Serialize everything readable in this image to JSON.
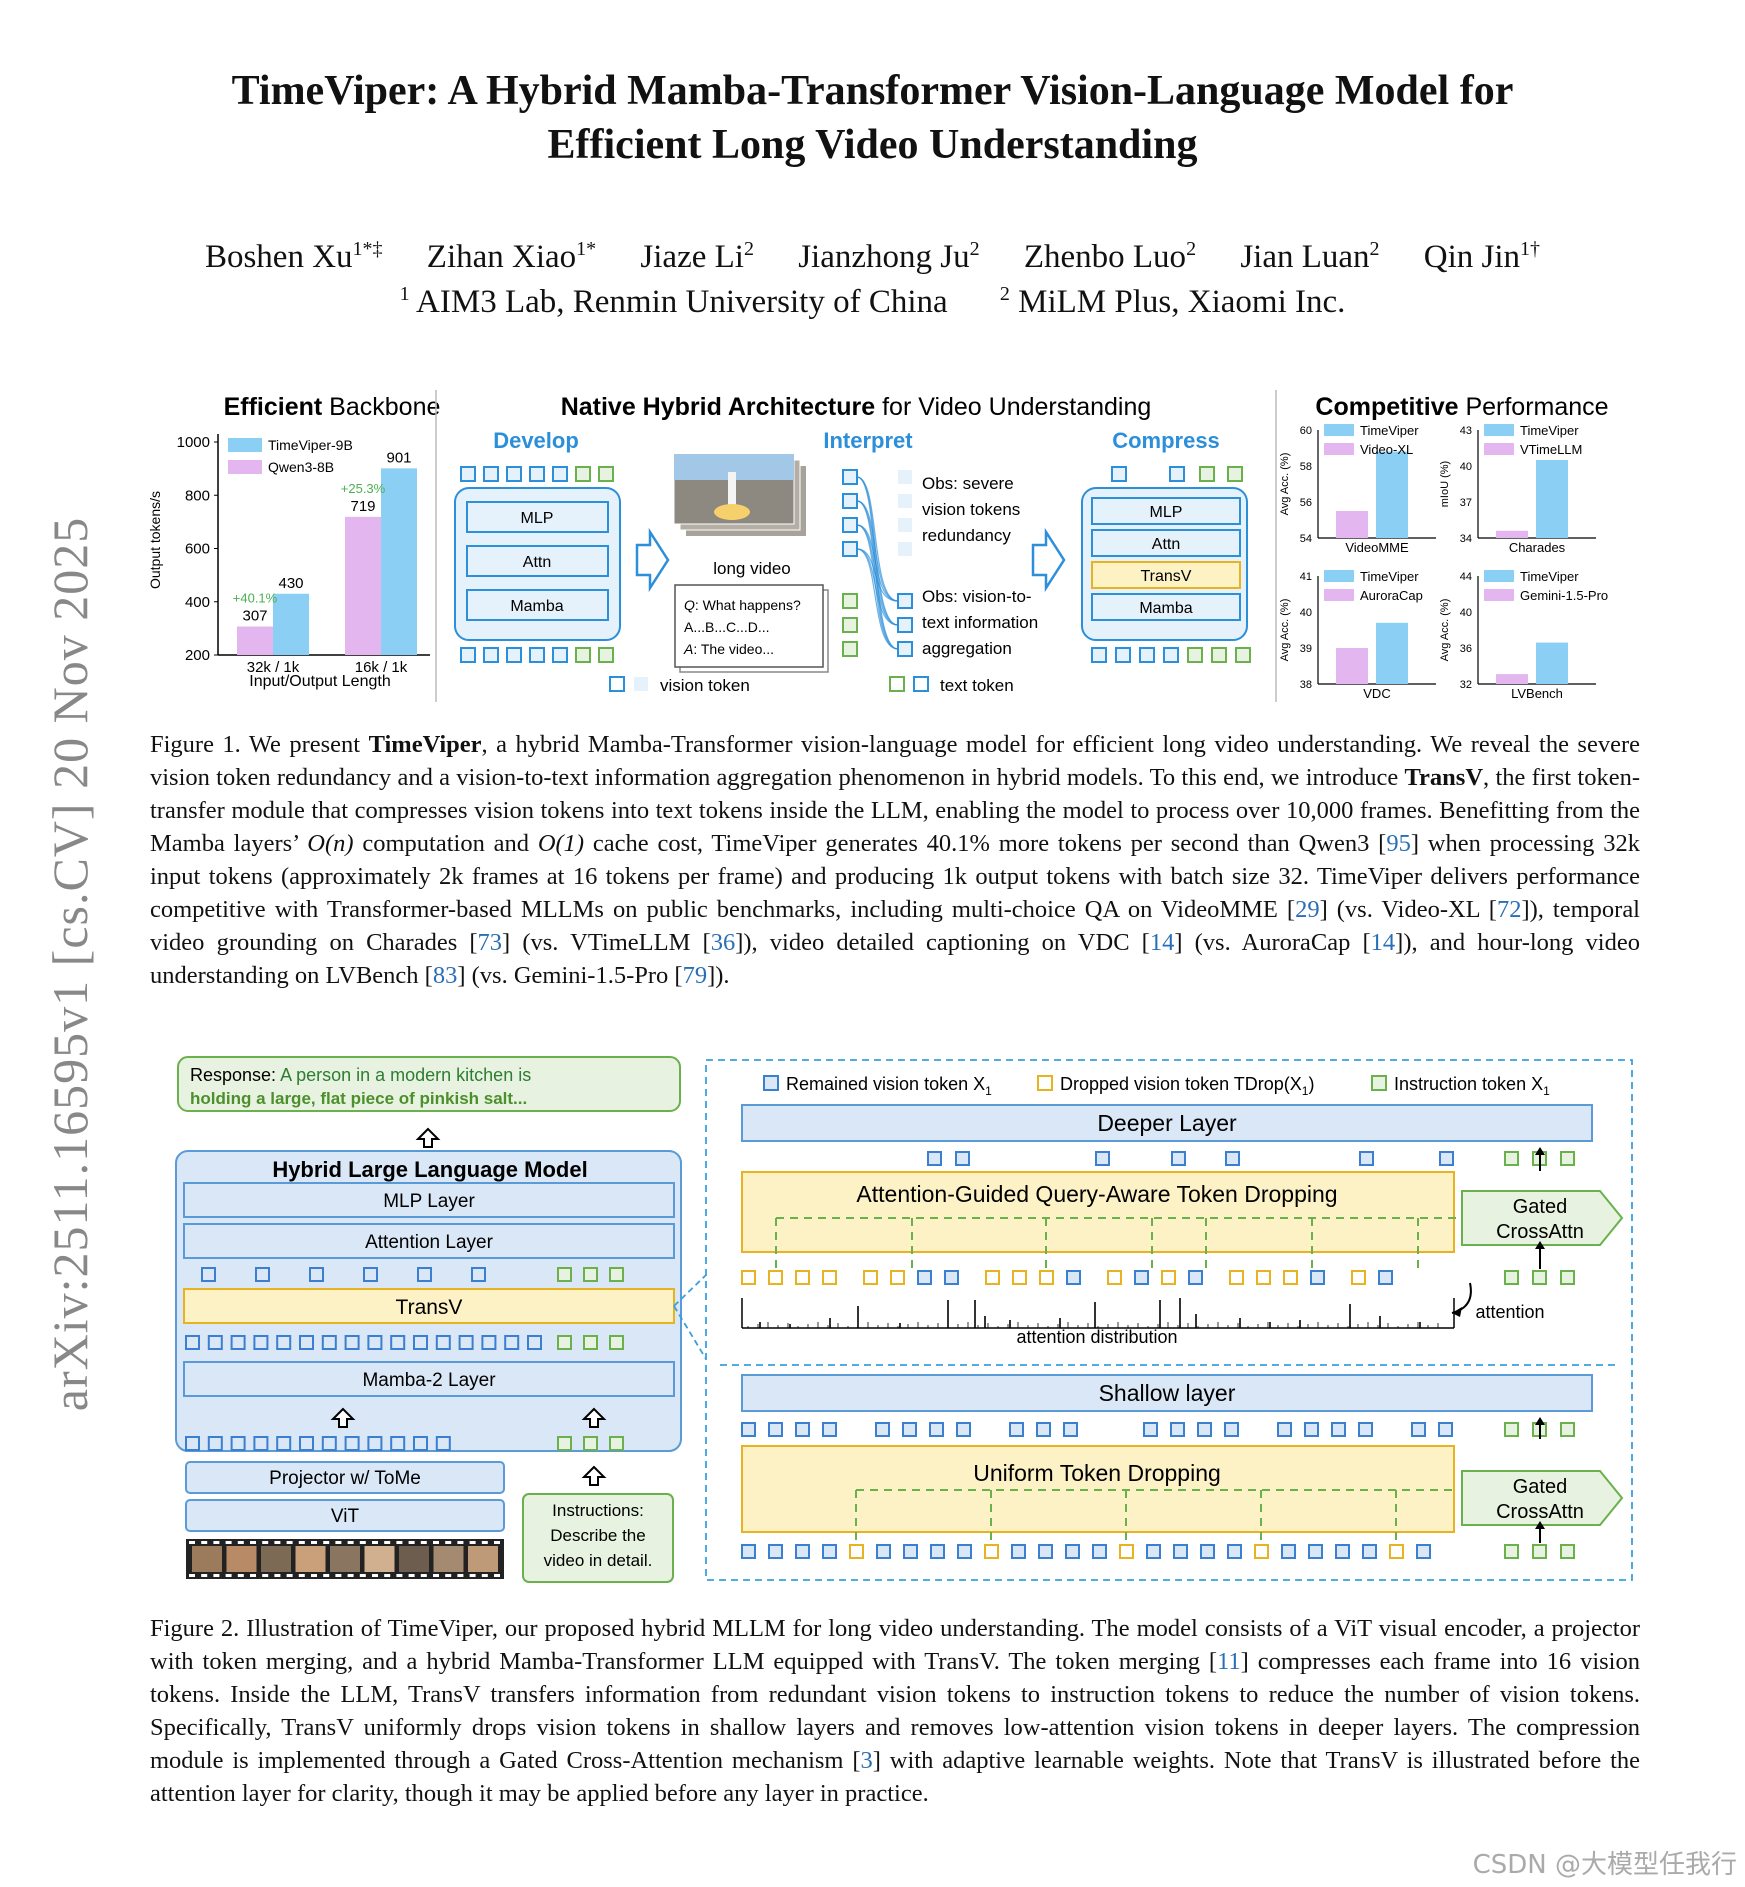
{
  "paper": {
    "title_line1": "TimeViper: A Hybrid Mamba-Transformer Vision-Language Model for",
    "title_line2": "Efficient Long Video Understanding",
    "authors": [
      {
        "name": "Boshen Xu",
        "sup": "1*‡"
      },
      {
        "name": "Zihan Xiao",
        "sup": "1*"
      },
      {
        "name": "Jiaze Li",
        "sup": "2"
      },
      {
        "name": "Jianzhong Ju",
        "sup": "2"
      },
      {
        "name": "Zhenbo Luo",
        "sup": "2"
      },
      {
        "name": "Jian Luan",
        "sup": "2"
      },
      {
        "name": "Qin Jin",
        "sup": "1†"
      }
    ],
    "affiliations": [
      {
        "sup": "1",
        "name": "AIM3 Lab, Renmin University of China"
      },
      {
        "sup": "2",
        "name": "MiLM Plus, Xiaomi Inc."
      }
    ],
    "arxiv_id": "arXiv:2511.16595v1 [cs.CV] 20 Nov 2025",
    "watermark": "CSDN @大模型任我行"
  },
  "figure1": {
    "panel1": {
      "bold": "Efficient",
      "rest": " Backbone"
    },
    "panel2": {
      "bold": "Native Hybrid Architecture",
      "rest": " for Video Understanding"
    },
    "panel3": {
      "bold": "Competitive",
      "rest": " Performance"
    },
    "stages": {
      "develop": "Develop",
      "interpret": "Interpret",
      "compress": "Compress"
    },
    "blocks": {
      "mlp": "MLP",
      "attn": "Attn",
      "mamba": "Mamba",
      "transv": "TransV"
    },
    "video_label": "long video",
    "qa": {
      "q_prefix": "Q",
      "q_text": ": What happens?",
      "opts": "A...B...C...D...",
      "a_prefix": "A",
      "a_text": ": The video..."
    },
    "obs1": [
      "Obs: severe",
      "vision tokens",
      "redundancy"
    ],
    "obs2": [
      "Obs: vision-to-",
      "text information",
      "aggregation"
    ],
    "legend_vision": "vision token",
    "legend_text": "text token"
  },
  "chart_data": [
    {
      "type": "bar",
      "title": "",
      "categories": [
        "32k / 1k",
        "16k / 1k"
      ],
      "series": [
        {
          "name": "TimeViper-9B",
          "values": [
            430,
            901
          ]
        },
        {
          "name": "Qwen3-8B",
          "values": [
            307,
            719
          ]
        }
      ],
      "annotations": [
        "+40.1%",
        "+25.3%"
      ],
      "xlabel": "Input/Output Length",
      "ylabel": "Output tokens/s",
      "ylim": [
        200,
        1000
      ],
      "yticks": [
        "200",
        "400",
        "600",
        "800",
        "1000"
      ],
      "colors": {
        "TimeViper-9B": "#8ccff5",
        "Qwen3-8B": "#e3b6ef"
      },
      "legend": "top-left"
    },
    {
      "type": "bar",
      "categories": [
        "VideoMME"
      ],
      "series": [
        {
          "name": "Video-XL",
          "values": [
            55.5
          ]
        },
        {
          "name": "TimeViper",
          "values": [
            58.8
          ]
        }
      ],
      "ylabel": "Avg Acc. (%)",
      "ylim": [
        54,
        60
      ],
      "yticks": [
        "54",
        "56",
        "58",
        "60"
      ]
    },
    {
      "type": "bar",
      "categories": [
        "Charades"
      ],
      "series": [
        {
          "name": "VTimeLLM",
          "values": [
            34.6
          ]
        },
        {
          "name": "TimeViper",
          "values": [
            40.5
          ]
        }
      ],
      "ylabel": "mIoU (%)",
      "ylim": [
        34,
        43
      ],
      "yticks": [
        "34",
        "37",
        "40",
        "43"
      ]
    },
    {
      "type": "bar",
      "categories": [
        "VDC"
      ],
      "series": [
        {
          "name": "AuroraCap",
          "values": [
            39.0
          ]
        },
        {
          "name": "TimeViper",
          "values": [
            39.7
          ]
        }
      ],
      "ylabel": "Avg Acc. (%)",
      "ylim": [
        38,
        41
      ],
      "yticks": [
        "38",
        "39",
        "40",
        "41"
      ]
    },
    {
      "type": "bar",
      "categories": [
        "LVBench"
      ],
      "series": [
        {
          "name": "Gemini-1.5-Pro",
          "values": [
            33.1
          ]
        },
        {
          "name": "TimeViper",
          "values": [
            36.6
          ]
        }
      ],
      "ylabel": "Avg Acc. (%)",
      "ylim": [
        32,
        44
      ],
      "yticks": [
        "32",
        "36",
        "40",
        "44"
      ]
    }
  ],
  "caption1": {
    "prefix": "Figure 1.  We present ",
    "bold1": "TimeViper",
    "part1": ", a hybrid Mamba-Transformer vision-language model for efficient long video understanding. We reveal the severe vision token redundancy and a vision-to-text information aggregation phenomenon in hybrid models. To this end, we introduce ",
    "bold2": "TransV",
    "part2": ", the first token-transfer module that compresses vision tokens into text tokens inside the LLM, enabling the model to process over 10,000 frames. Benefitting from the Mamba layers’ ",
    "on": "O(n)",
    "part3": " computation and ",
    "o1": "O(1)",
    "part4": " cache cost, TimeViper generates 40.1% more tokens per second than Qwen3 [",
    "c95": "95",
    "part5": "] when processing 32k input tokens (approximately 2k frames at 16 tokens per frame) and producing 1k output tokens with batch size 32. TimeViper delivers performance competitive with Transformer-based MLLMs on public benchmarks, including multi-choice QA on VideoMME [",
    "c29": "29",
    "part6": "] (vs.  Video-XL [",
    "c72": "72",
    "part7": "]), temporal video grounding on Charades [",
    "c73": "73",
    "part8": "] (vs.  VTimeLLM [",
    "c36": "36",
    "part9": "]), video detailed captioning on VDC [",
    "c14a": "14",
    "part10": "] (vs. AuroraCap [",
    "c14b": "14",
    "part11": "]), and hour-long video understanding on LVBench [",
    "c83": "83",
    "part12": "] (vs. Gemini-1.5-Pro [",
    "c79": "79",
    "part13": "])."
  },
  "figure2": {
    "response_prefix": "Response: ",
    "response_text": "A person in a modern kitchen is ",
    "response_bold": "holding a large, flat piece of pinkish salt...",
    "hllm_title": "Hybrid Large Language Model",
    "mlp_layer": "MLP Layer",
    "attention_layer": "Attention Layer",
    "transv": "TransV",
    "mamba2_layer": "Mamba-2 Layer",
    "projector": "Projector w/ ToMe",
    "vit": "ViT",
    "instructions": [
      "Instructions:",
      "Describe the",
      "video in detail."
    ],
    "legend_remained": "Remained vision token X",
    "legend_dropped": "Dropped vision token TDrop(X",
    "legend_dropped_end": ")",
    "legend_instruction": "Instruction token X",
    "sub1": "1",
    "deeper_layer": "Deeper Layer",
    "attn_drop": "Attention-Guided Query-Aware Token Dropping",
    "gated": "Gated",
    "crossattn": "CrossAttn",
    "attention": "attention",
    "attention_dist": "attention distribution",
    "shallow_layer": "Shallow layer",
    "uniform_drop": "Uniform Token Dropping"
  },
  "caption2": {
    "part1": "Figure 2. Illustration of TimeViper, our proposed hybrid MLLM for long video understanding. The model consists of a ViT visual encoder, a projector with token merging, and a hybrid Mamba-Transformer LLM equipped with TransV. The token merging [",
    "c11": "11",
    "part2": "] compresses each frame into 16 vision tokens. Inside the LLM, TransV transfers information from redundant vision tokens to instruction tokens to reduce the number of vision tokens. Specifically, TransV uniformly drops vision tokens in shallow layers and removes low-attention vision tokens in deeper layers. The compression module is implemented through a Gated Cross-Attention mechanism [",
    "c3": "3",
    "part3": "] with adaptive learnable weights. Note that TransV is illustrated before the attention layer for clarity, though it may be applied before any layer in practice."
  }
}
